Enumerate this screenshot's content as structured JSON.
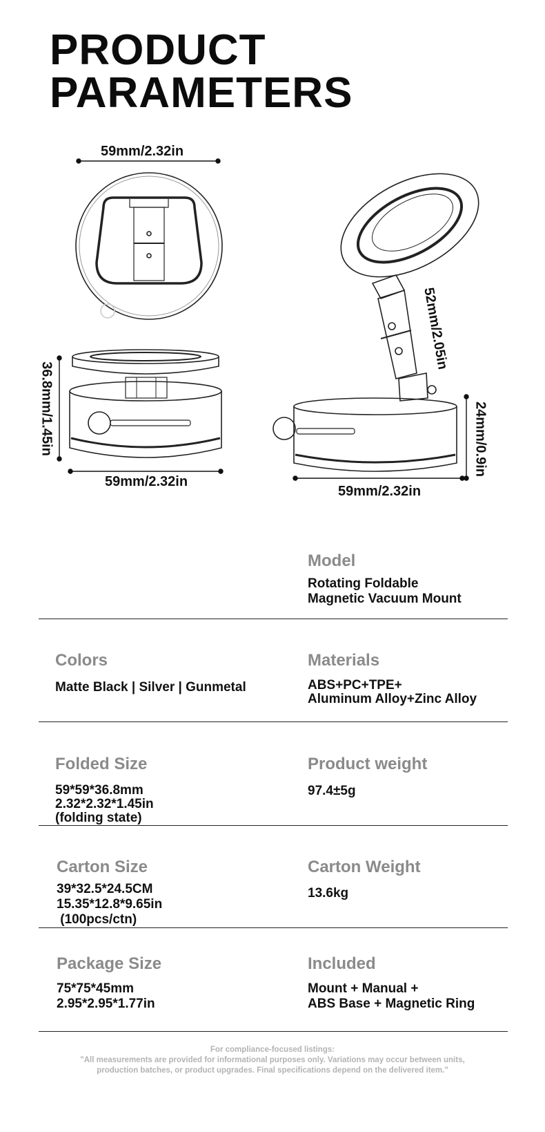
{
  "header": {
    "title_line1": "PRODUCT",
    "title_line2": "PARAMETERS"
  },
  "dimensions": {
    "top_width": "59mm/2.32in",
    "folded_height": "36.8mm/1.45in",
    "folded_width": "59mm/2.32in",
    "arm_length": "52mm/2.05in",
    "base_height": "24mm/0.9in",
    "open_width": "59mm/2.32in"
  },
  "specs": {
    "model": {
      "label": "Model",
      "lines": [
        "Rotating Foldable",
        "Magnetic Vacuum Mount"
      ]
    },
    "colors": {
      "label": "Colors",
      "lines": [
        "Matte Black | Silver | Gunmetal"
      ]
    },
    "materials": {
      "label": "Materials",
      "lines": [
        "ABS+PC+TPE+",
        "Aluminum Alloy+Zinc Alloy"
      ]
    },
    "folded_size": {
      "label": "Folded Size",
      "lines": [
        "59*59*36.8mm",
        "2.32*2.32*1.45in",
        "(folding state)"
      ]
    },
    "product_weight": {
      "label": "Product weight",
      "lines": [
        "97.4±5g"
      ]
    },
    "carton_size": {
      "label": "Carton Size",
      "lines": [
        "39*32.5*24.5CM",
        "15.35*12.8*9.65in",
        " (100pcs/ctn)"
      ]
    },
    "carton_weight": {
      "label": "Carton Weight",
      "lines": [
        "13.6kg"
      ]
    },
    "package_size": {
      "label": "Package Size",
      "lines": [
        "75*75*45mm",
        "2.95*2.95*1.77in"
      ]
    },
    "included": {
      "label": "Included",
      "lines": [
        "Mount + Manual +",
        "ABS Base + Magnetic Ring"
      ]
    }
  },
  "footer": {
    "line1": "For compliance-focused listings:",
    "line2": "\"All measurements are provided for informational purposes only. Variations may occur between units,",
    "line3": "production batches, or product upgrades. Final specifications depend on the delivered item.\""
  }
}
